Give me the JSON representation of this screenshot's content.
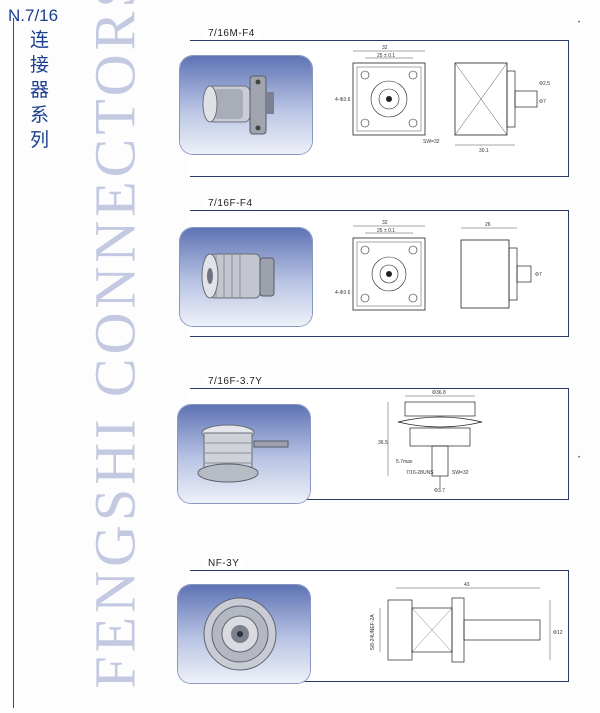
{
  "series": {
    "code": "N.7/16",
    "title_cjk": [
      "连",
      "接",
      "器",
      "系",
      "列"
    ]
  },
  "watermark": "FENGSHI CONNECTORS",
  "products": [
    {
      "name": "7/16M-F4",
      "dims": {
        "width": "32",
        "pitch": "25 ± 0.1",
        "hole": "4-Φ3.6",
        "wrench": "SW=32",
        "length": "30.1",
        "pin": "Φ2.5",
        "flange": "Φ7"
      }
    },
    {
      "name": "7/16F-F4",
      "dims": {
        "width": "32",
        "pitch": "25 ± 0.1",
        "hole": "4-Φ3.6",
        "length": "26",
        "pin": "Φ7"
      }
    },
    {
      "name": "7/16F-3.7Y",
      "dims": {
        "outer": "Φ36.8",
        "height": "36.5",
        "wrench": "SW=32",
        "thread": "7/16-28UNS",
        "pin": "Φ3.7",
        "mount": "5.7max"
      }
    },
    {
      "name": "NF-3Y",
      "dims": {
        "length": "43",
        "thread": "5/8-24UNEF-2A",
        "pin": "Φ12"
      }
    }
  ],
  "margin_marks": [
    "•",
    "•"
  ],
  "colors": {
    "primary_blue": "#1b3f8f",
    "watermark": "#c2c9e0",
    "card_border": "#2a3a66"
  }
}
